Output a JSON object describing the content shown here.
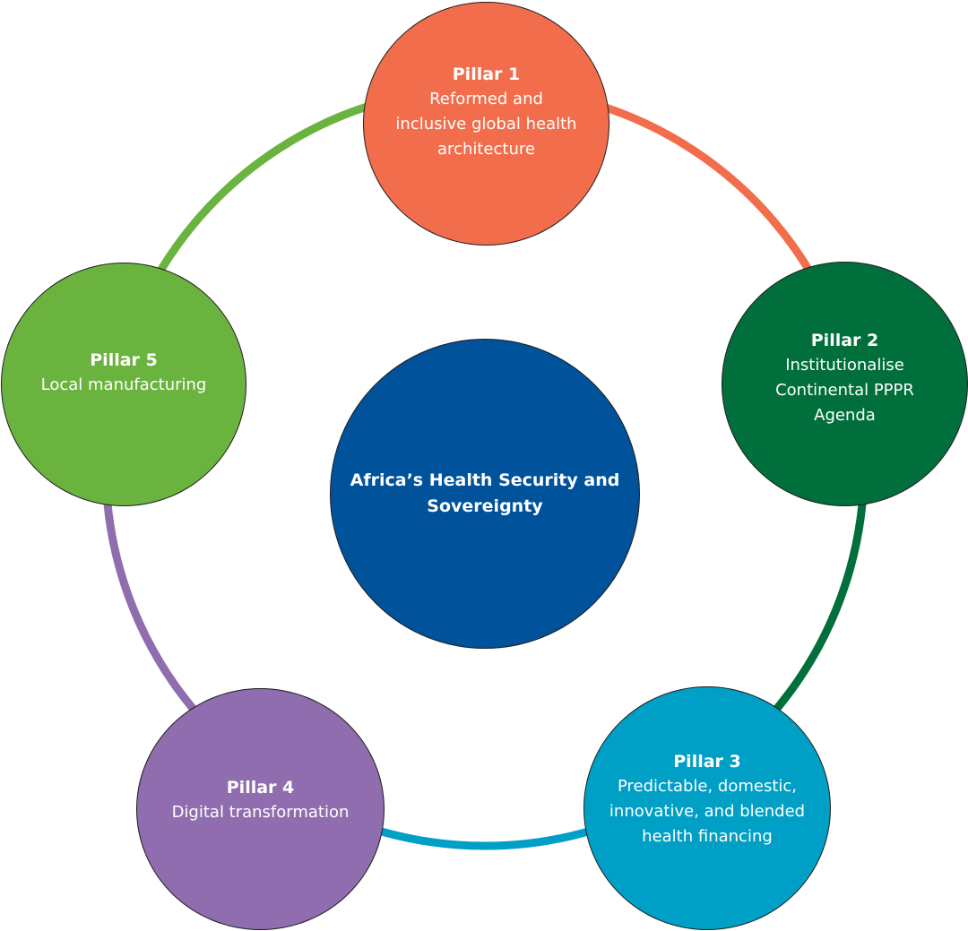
{
  "diagram": {
    "type": "hub-and-ring",
    "center": {
      "label": "Africa’s Health Security and\nSovereignty",
      "color": "#00529b"
    },
    "pillars": [
      {
        "title": "Pillar 1",
        "description": "Reformed and\ninclusive global health\narchitecture",
        "color": "#f26d4b"
      },
      {
        "title": "Pillar 2",
        "description": "Institutionalise\nContinental PPPR\nAgenda",
        "color": "#006f3c"
      },
      {
        "title": "Pillar 3",
        "description": "Predictable, domestic,\ninnovative, and blended\nhealth financing",
        "color": "#009fc6"
      },
      {
        "title": "Pillar 4",
        "description": "Digital transformation",
        "color": "#8f6dae"
      },
      {
        "title": "Pillar 5",
        "description": "Local manufacturing",
        "color": "#6bb33f"
      }
    ],
    "connectors": [
      {
        "from": "Pillar 1",
        "to": "Pillar 2",
        "color": "#f26d4b"
      },
      {
        "from": "Pillar 2",
        "to": "Pillar 3",
        "color": "#006f3c"
      },
      {
        "from": "Pillar 3",
        "to": "Pillar 4",
        "color": "#009fc6"
      },
      {
        "from": "Pillar 4",
        "to": "Pillar 5",
        "color": "#8f6dae"
      },
      {
        "from": "Pillar 5",
        "to": "Pillar 1",
        "color": "#6bb33f"
      }
    ]
  }
}
